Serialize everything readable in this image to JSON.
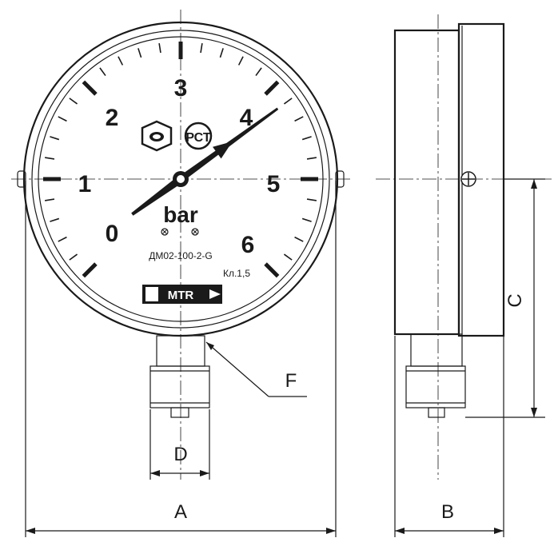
{
  "dimensions": {
    "a": "A",
    "b": "B",
    "c": "C",
    "d": "D",
    "f": "F"
  },
  "dial": {
    "numbers": [
      "0",
      "1",
      "2",
      "3",
      "4",
      "5",
      "6"
    ],
    "unit": "bar",
    "model": "ДМ02-100-2-G",
    "accuracy_class": "Кл.1,5",
    "brand": "MTR",
    "certification_mark": "РСТ",
    "scale_min": 0,
    "scale_max": 6,
    "pointer_value": 4.2
  },
  "colors": {
    "ink": "#1a1a1a",
    "background": "#ffffff"
  },
  "icons": {
    "explosion_proof": "pentagon-ex-icon",
    "certification": "rst-mark-icon",
    "brand_logo": "brand-logo-icon"
  }
}
